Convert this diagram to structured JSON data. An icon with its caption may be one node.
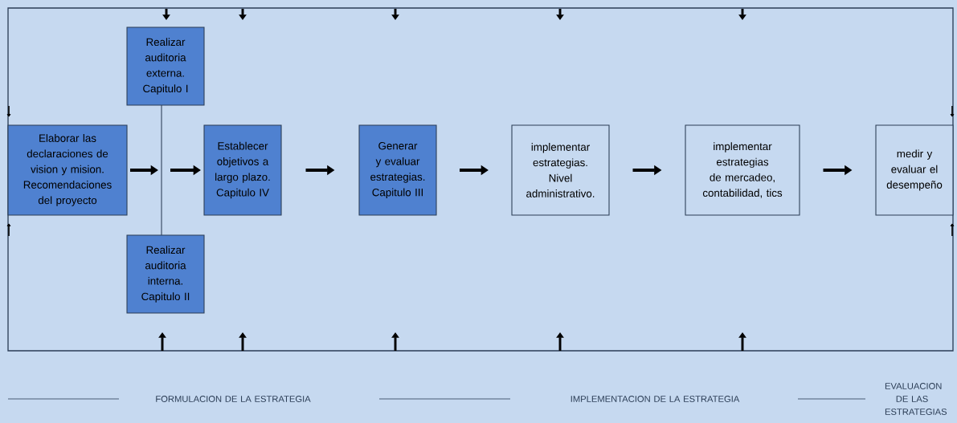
{
  "diagram": {
    "nodes": [
      {
        "text": [],
        "shape": "box"
      },
      {
        "text": [
          "Elaborar las declaraciones de vision y mision. Recomendaciones del proyecto"
        ],
        "in": 0
      },
      {
        "text": [
          "Realizar auditoria externa. Capitulo I"
        ],
        "in": 0
      },
      {
        "text": [
          "Realizar auditoria interna. Capitulo II"
        ],
        "in": 0
      },
      {
        "text": [
          "Establecer objetivos a largo plazo. Capitulo IV"
        ],
        "in": 0
      },
      {
        "text": [
          "Generar y evaluar estrategias. Capitulo III"
        ],
        "in": 0
      },
      {
        "text": [
          "implementar estrategias. Nivel administrativo."
        ],
        "in": 0
      },
      {
        "text": [
          "implementar estrategias de mercadeo, contabilidad, tics"
        ],
        "in": 0
      },
      {
        "text": [
          "medir y evaluar el desempeño"
        ],
        "in": 0
      }
    ],
    "edges": [
      {
        "from": 2,
        "to": 3,
        "arrow": "none"
      },
      {
        "from": 1,
        "to": null,
        "arrow": "to"
      },
      {
        "from": null,
        "to": 4,
        "arrow": "to"
      },
      {
        "from": 4,
        "to": 5,
        "arrow": "to"
      },
      {
        "from": 5,
        "to": 6,
        "arrow": "to"
      },
      {
        "from": 6,
        "to": 7,
        "arrow": "to"
      },
      {
        "from": 7,
        "to": 8,
        "arrow": "to"
      }
    ],
    "labels": [
      "FORMULACION DE LA ESTRATEGIA",
      "IMPLEMENTACION DE LA ESTRATEGIA",
      "EVALUACION DE LAS ESTRATEGIAS"
    ]
  }
}
